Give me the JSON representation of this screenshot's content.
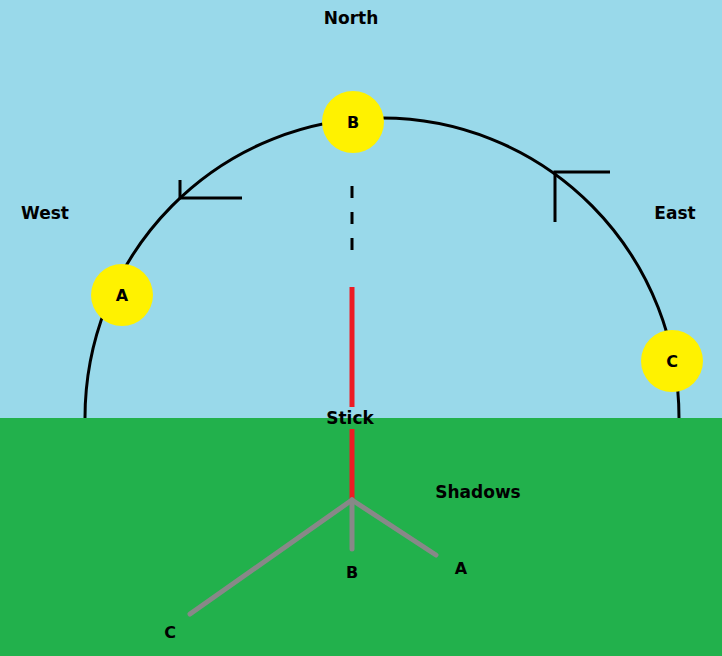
{
  "diagram": {
    "nodes": [
      {
        "text": [
          "B"
        ]
      },
      {
        "text": [
          "A"
        ]
      },
      {
        "text": [
          "C"
        ]
      }
    ],
    "labels": [
      "North",
      "West",
      "East",
      "Stick",
      "Shadows",
      "B",
      "A",
      "C"
    ]
  }
}
